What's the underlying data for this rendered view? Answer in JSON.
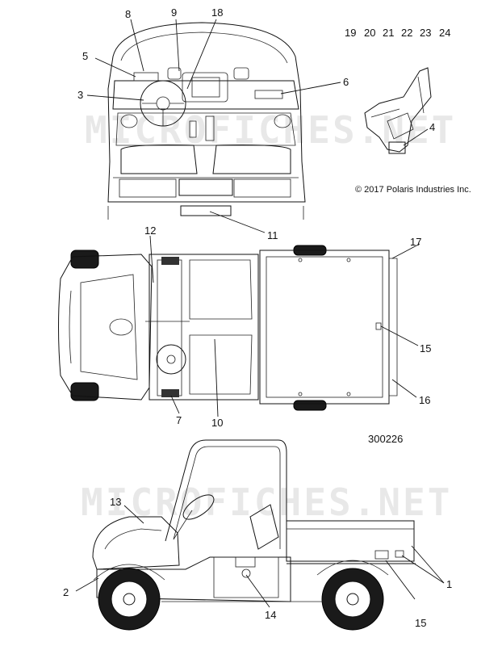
{
  "watermark": {
    "text": "MICROFICHES.NET"
  },
  "copyright": "© 2017 Polaris Industries Inc.",
  "figure_number": "300226",
  "callouts": {
    "c1": "1",
    "c2": "2",
    "c3": "3",
    "c4": "4",
    "c5": "5",
    "c6": "6",
    "c7": "7",
    "c8": "8",
    "c9": "9",
    "c10": "10",
    "c11": "11",
    "c12": "12",
    "c13": "13",
    "c14": "14",
    "c15a": "15",
    "c15b": "15",
    "c16": "16",
    "c17": "17",
    "c18": "18",
    "c19": "19",
    "c20": "20",
    "c21": "21",
    "c22": "22",
    "c23": "23",
    "c24": "24"
  }
}
